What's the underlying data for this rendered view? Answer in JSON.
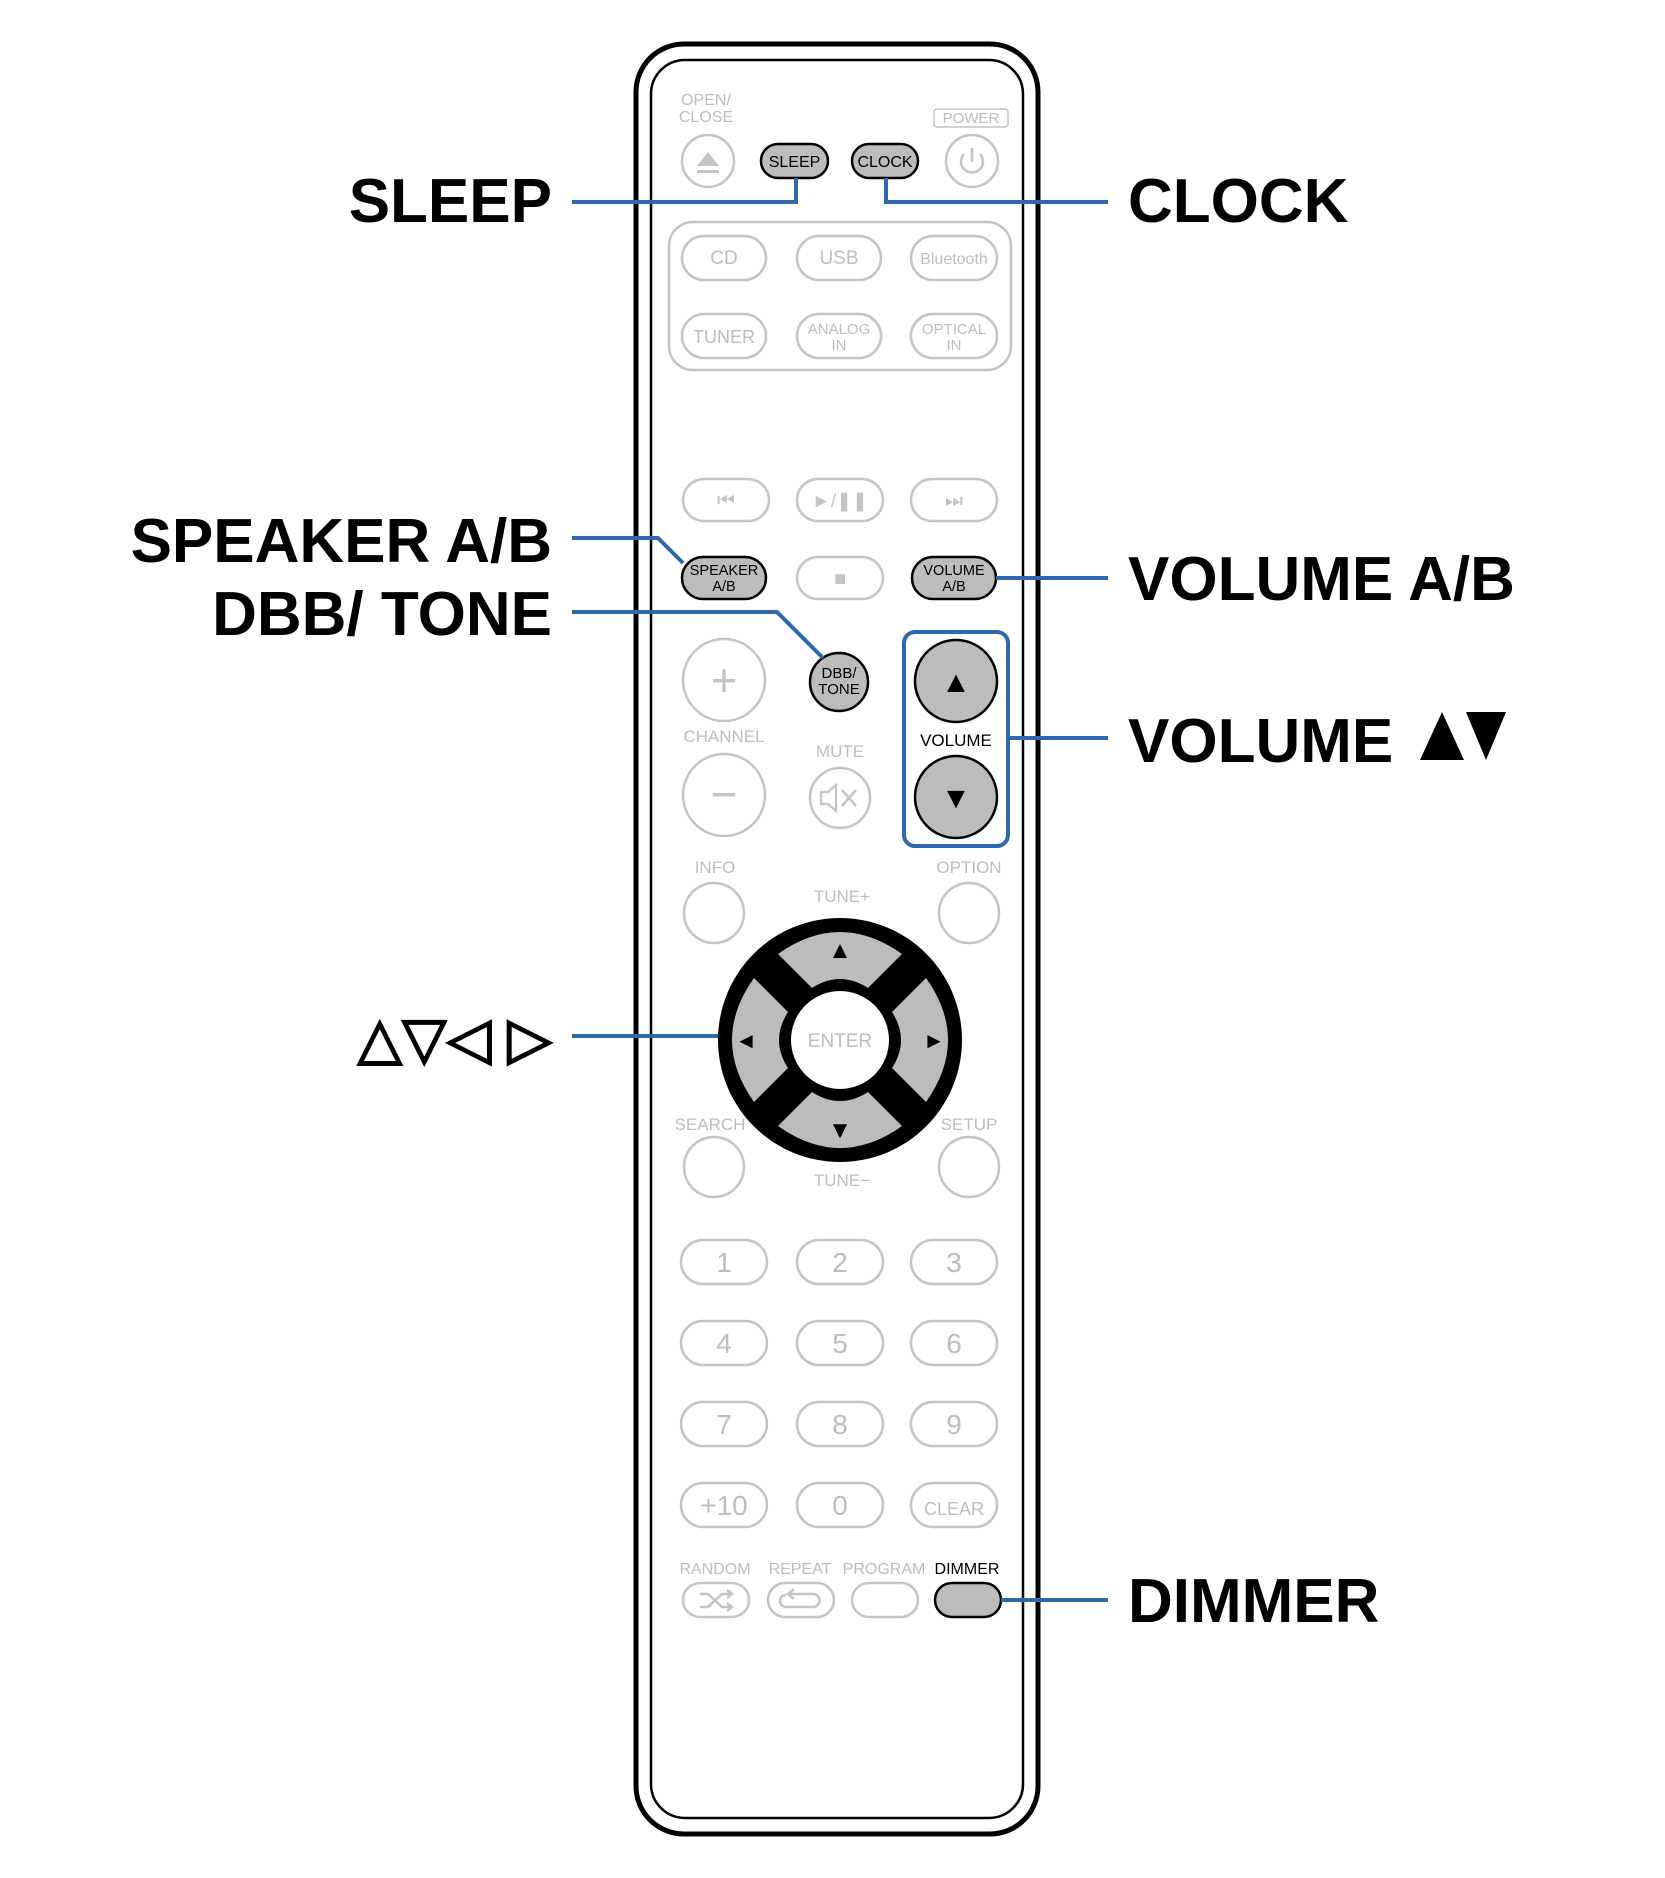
{
  "labels": {
    "sleep": "SLEEP",
    "clock": "CLOCK",
    "speaker_ab": "SPEAKER A/B",
    "dbb_tone": "DBB/ TONE",
    "volume_ab": "VOLUME A/B",
    "volume_updown": "VOLUME",
    "cursor": "△▽◁ ▷",
    "dimmer": "DIMMER"
  },
  "remote": {
    "top": {
      "open_close_1": "OPEN/",
      "open_close_2": "CLOSE",
      "power": "POWER",
      "sleep": "SLEEP",
      "clock": "CLOCK"
    },
    "sources": {
      "cd": "CD",
      "usb": "USB",
      "bluetooth": "Bluetooth",
      "tuner": "TUNER",
      "analog_1": "ANALOG",
      "analog_2": "IN",
      "optical_1": "OPTICAL",
      "optical_2": "IN"
    },
    "transport": {
      "prev": "⏮",
      "playpause": "►/❚❚",
      "next": "⏭",
      "stop": "■"
    },
    "speaker_1": "SPEAKER",
    "speaker_2": "A/B",
    "volume_ab_1": "VOLUME",
    "volume_ab_2": "A/B",
    "dbb_1": "DBB/",
    "dbb_2": "TONE",
    "plus": "+",
    "channel": "CHANNEL",
    "minus": "−",
    "mute": "MUTE",
    "volume": "VOLUME",
    "vol_up": "▲",
    "vol_down": "▼",
    "info": "INFO",
    "option": "OPTION",
    "tune_plus": "TUNE+",
    "tune_minus": "TUNE−",
    "enter": "ENTER",
    "arrow_up": "▲",
    "arrow_down": "▼",
    "arrow_left": "◄",
    "arrow_right": "►",
    "search": "SEARCH",
    "setup": "SETUP",
    "numpad": [
      "1",
      "2",
      "3",
      "4",
      "5",
      "6",
      "7",
      "8",
      "9",
      "+10",
      "0",
      "CLEAR"
    ],
    "random": "RANDOM",
    "repeat": "REPEAT",
    "program": "PROGRAM",
    "dimmer": "DIMMER"
  },
  "colors": {
    "callout": "#2f67ad",
    "highlight_fill": "#bcbcbc",
    "inactive": "#bdbdbd"
  }
}
